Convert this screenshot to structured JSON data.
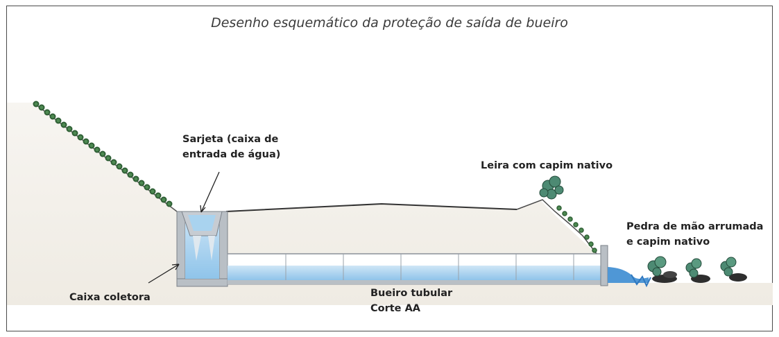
{
  "title": "Desenho esquemático da proteção de saída de bueiro",
  "labels": {
    "sarjeta": [
      "Sarjeta (caixa de",
      "entrada de água)"
    ],
    "leira": "Leira com capim nativo",
    "pedra": [
      "Pedra de mão arrumada",
      "e capim nativo"
    ],
    "caixa": "Caixa coletora",
    "bueiro": [
      "Bueiro tubular",
      "Corte AA"
    ]
  },
  "colors": {
    "ground": "#f1ede6",
    "water": "#a9d3ef",
    "concrete": "#b9bfc5",
    "vegetation": "#3f7a44",
    "stone": "#3a3a3a"
  }
}
